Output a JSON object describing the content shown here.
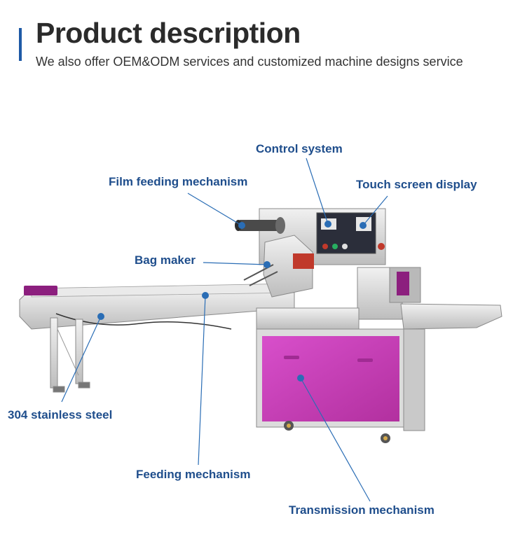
{
  "header": {
    "title": "Product description",
    "subtitle": "We also offer OEM&ODM services and customized machine designs service"
  },
  "callouts": {
    "control_system": "Control system",
    "film_feeding": "Film feeding mechanism",
    "touch_screen": "Touch screen display",
    "bag_maker": "Bag maker",
    "stainless_steel": "304 stainless steel",
    "feeding_mechanism": "Feeding mechanism",
    "transmission_mechanism": "Transmission mechanism"
  },
  "colors": {
    "accent": "#1f5aa6",
    "label": "#1f4e8c",
    "leader_line": "#2a6db5",
    "cabinet_magenta": "#c93fbd",
    "machine_body": "#d9d9d9"
  }
}
